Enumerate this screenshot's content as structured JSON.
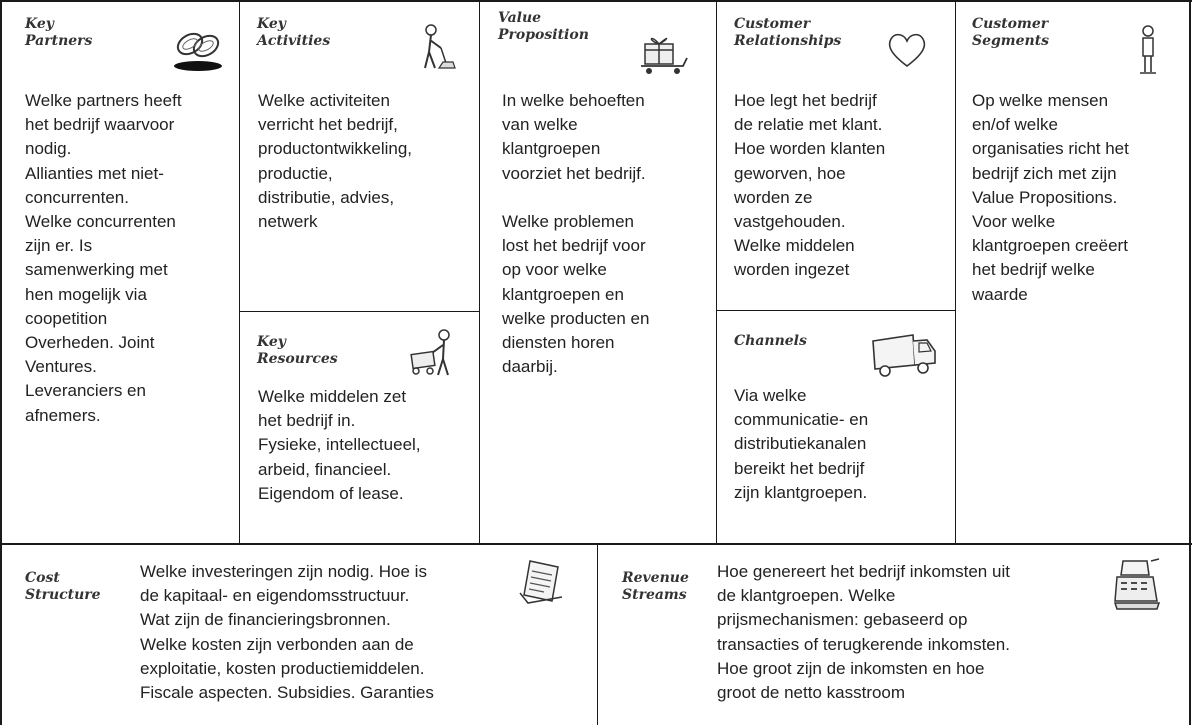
{
  "canvas": {
    "partners": {
      "title": "Key\nPartners",
      "icon": "chain-links-icon",
      "text": "Welke partners heeft\nhet bedrijf waarvoor\nnodig.\nAllianties met niet-\nconcurrenten.\nWelke concurrenten\nzijn er. Is\nsamenwerking met\nhen mogelijk via\ncoopetition\nOverheden. Joint\nVentures.\nLeveranciers en\nafnemers."
    },
    "activities": {
      "title": "Key\nActivities",
      "icon": "worker-sweeping-icon",
      "text": "Welke activiteiten\nverricht het bedrijf,\nproductontwikkeling,\nproductie,\ndistributie, advies,\nnetwerk"
    },
    "resources": {
      "title": "Key\nResources",
      "icon": "worker-with-cart-icon",
      "text": "Welke middelen zet\nhet bedrijf in.\nFysieke, intellectueel,\narbeid, financieel.\nEigendom of lease."
    },
    "value": {
      "title": "Value\nProposition",
      "icon": "gift-on-cart-icon",
      "text": "In welke behoeften\nvan welke\nklantgroepen\nvoorziet het bedrijf.\n\nWelke problemen\nlost het bedrijf voor\nop voor welke\nklantgroepen en\nwelke producten en\ndiensten horen\ndaarbij."
    },
    "relationships": {
      "title": "Customer\nRelationships",
      "icon": "heart-icon",
      "text": "Hoe  legt het bedrijf\nde relatie met klant.\nHoe worden klanten\ngeworven, hoe\nworden ze\nvastgehouden.\nWelke middelen\nworden ingezet"
    },
    "channels": {
      "title": "Channels",
      "icon": "delivery-truck-icon",
      "text": "Via welke\ncommunicatie- en\ndistributiekanalen\nbereikt het bedrijf\nzijn klantgroepen."
    },
    "segments": {
      "title": "Customer\nSegments",
      "icon": "person-icon",
      "text": "Op welke mensen\nen/of welke\norganisaties richt het\nbedrijf zich met zijn\nValue Propositions.\nVoor welke\nklantgroepen creëert\nhet bedrijf welke\nwaarde"
    },
    "cost": {
      "title": "Cost\nStructure",
      "icon": "price-tag-icon",
      "text": "Welke investeringen zijn nodig. Hoe is\nde kapitaal- en eigendomsstructuur.\nWat zijn de financieringsbronnen.\nWelke kosten zijn verbonden aan de\nexploitatie, kosten productiemiddelen.\nFiscale aspecten. Subsidies. Garanties"
    },
    "revenue": {
      "title": "Revenue\nStreams",
      "icon": "cash-register-icon",
      "text": "Hoe genereert het bedrijf inkomsten uit\nde klantgroepen. Welke\nprijsmechanismen: gebaseerd op\ntransacties of terugkerende inkomsten.\nHoe groot zijn de inkomsten en hoe\ngroot de netto kasstroom"
    }
  }
}
